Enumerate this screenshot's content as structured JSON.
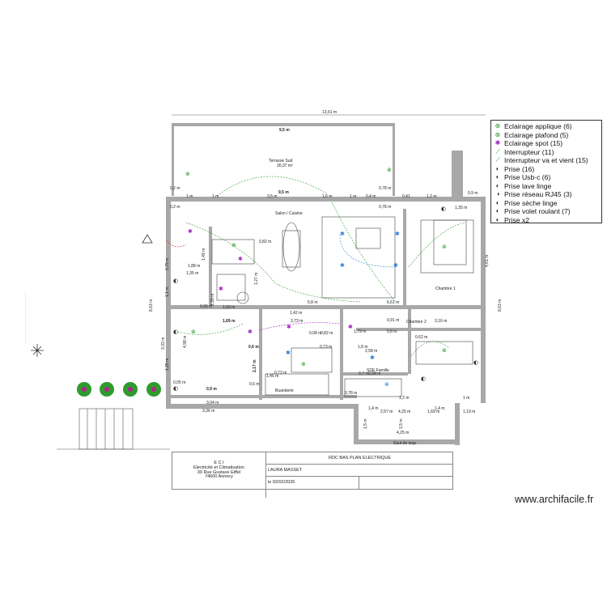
{
  "plan": {
    "overall_width_label": "13,61 m",
    "terrace_label": "Terrasse Sud",
    "terrace_area": "30,37 m²",
    "dims": {
      "top_9_5_a": "9,5 m",
      "top_9_5_b": "9,5 m",
      "d_0_2_a": "0,2 m",
      "d_0_2_b": "0,2 m",
      "d_1m_a": "1 m",
      "d_1m_b": "1 m",
      "d_1m_c": "1 m",
      "d_3_5": "3,5 m",
      "d_1_6": "1,6 m",
      "d_0_4": "0,4 m",
      "d_0_78_a": "0,78 m",
      "d_0_78_b": "0,78 m",
      "d_0_41": "0,41",
      "d_1_2_a": "1,2 m",
      "d_0_9": "0,9 m",
      "d_1_35_a": "1,35 m",
      "d_1_35_b": "1,35 m",
      "d_4_61": "4,61 m",
      "d_8_63_a": "8,63 m",
      "d_8_63_b": "8,63 m",
      "d_0_82_a": "0,82 m",
      "d_1_27": "1,27 m",
      "d_1_39": "1,39 m",
      "d_1_49": "1,49 m",
      "d_5_8": "5,8 m",
      "d_6_61": "6,61 m",
      "d_1_42": "1,42 m",
      "d_1_69": "1,69 m",
      "d_0_06": "0,06 m",
      "d_1_1": "1,1 m",
      "d_0_75": "0,75 m",
      "d_3_73": "3,73 m",
      "d_0_08": "0,08 m",
      "d_0_82_b": "0,82 m",
      "d_1_79": "1,79 m",
      "d_0_91": "0,91 m",
      "d_0_8": "0,8 m",
      "d_3_16": "3,16 m",
      "d_0_62": "0,62 m",
      "d_4_98": "4,98 m",
      "d_3_33": "3,33 m",
      "d_1_25": "1,25 m",
      "d_0_6_a": "0,6 m",
      "d_0_6_b": "0,6 m",
      "d_2_17": "2,17 m",
      "d_0_73_a": "0,73 m",
      "d_0_73_b": "0,73 m",
      "d_1_46": "1,46 m",
      "d_1_8": "1,8 m",
      "d_2_58": "2,58 m",
      "d_0_7": "0,7 m",
      "d_0_58": "0,58 m",
      "d_0_78_c": "0,78 m",
      "d_3_04": "3,04 m",
      "d_3_36": "3,36 m",
      "d_2_57": "2,57 m",
      "d_4_25_a": "4,25 m",
      "d_4_25_b": "4,25 m",
      "d_1_69_b": "1,69 m",
      "d_1_4_a": "1,4 m",
      "d_1_4_b": "1,4 m",
      "d_1_5_a": "1,5 m",
      "d_1_5_b": "1,5 m",
      "d_1_19": "1,19 m",
      "d_1_2_b": "1,2 m",
      "d_1m_d": "1 m",
      "d_0_05": "0,05 m",
      "d_0_9_b": "0,9 m",
      "d_1_88": "1,88 m"
    },
    "rooms": {
      "salon": "Salon / Cuisine",
      "chambre1": "Chambre 1",
      "chambre2": "Chambre 2",
      "buanderie": "Buanderie",
      "sde": "SDE Famille"
    },
    "balcony_label": "Saut de loup",
    "colors": {
      "wall": "#a8a8a8",
      "green_circuit": "#2e9b2e",
      "blue_circuit": "#2a7fd4",
      "purple_circuit": "#a020c0",
      "red_note": "#d42020",
      "bush": "#b8208c"
    }
  },
  "legend": {
    "items": [
      {
        "icon": "wall-light-icon",
        "label": "Eclairage applique (6)",
        "color": "#2e9b2e",
        "glyph": "⊗"
      },
      {
        "icon": "ceiling-light-icon",
        "label": "Eclairage plafond (5)",
        "color": "#2e9b2e",
        "glyph": "⊗"
      },
      {
        "icon": "spot-light-icon",
        "label": "Eclairage spot (15)",
        "color": "#a020c0",
        "glyph": "✱"
      },
      {
        "icon": "switch-icon",
        "label": "Interrupteur (11)",
        "color": "#2e9b2e",
        "glyph": "⟋"
      },
      {
        "icon": "two-way-switch-icon",
        "label": "Interrupteur va et vient (15)",
        "color": "#2e9b2e",
        "glyph": "⟋"
      },
      {
        "icon": "socket-icon",
        "label": "Prise (16)",
        "color": "#333333",
        "glyph": "◐"
      },
      {
        "icon": "usb-socket-icon",
        "label": "Prise Usb-c (6)",
        "color": "#333333",
        "glyph": "◐"
      },
      {
        "icon": "washing-machine-socket-icon",
        "label": "Prise lave linge",
        "color": "#333333",
        "glyph": "◐"
      },
      {
        "icon": "rj45-socket-icon",
        "label": "Prise réseau RJ45 (3)",
        "color": "#333333",
        "glyph": "◑"
      },
      {
        "icon": "dryer-socket-icon",
        "label": "Prise sèche linge",
        "color": "#333333",
        "glyph": "◐"
      },
      {
        "icon": "shutter-socket-icon",
        "label": "Prise volet roulant (7)",
        "color": "#333333",
        "glyph": "◐"
      },
      {
        "icon": "double-socket-icon",
        "label": "Prise x2",
        "color": "#333333",
        "glyph": "◐"
      }
    ]
  },
  "cartouche": {
    "company_name": "E C I",
    "company_sub": "Electricité et Climatisation",
    "address1": "30 Rue Gustave Eiffel",
    "address2": "74600 Annecy",
    "title": "RDC BAS PLAN ELECTRIQUE",
    "client": "LAURA MASSET",
    "date": "le 02/02/2026"
  },
  "watermark": "www.archifacile.fr"
}
